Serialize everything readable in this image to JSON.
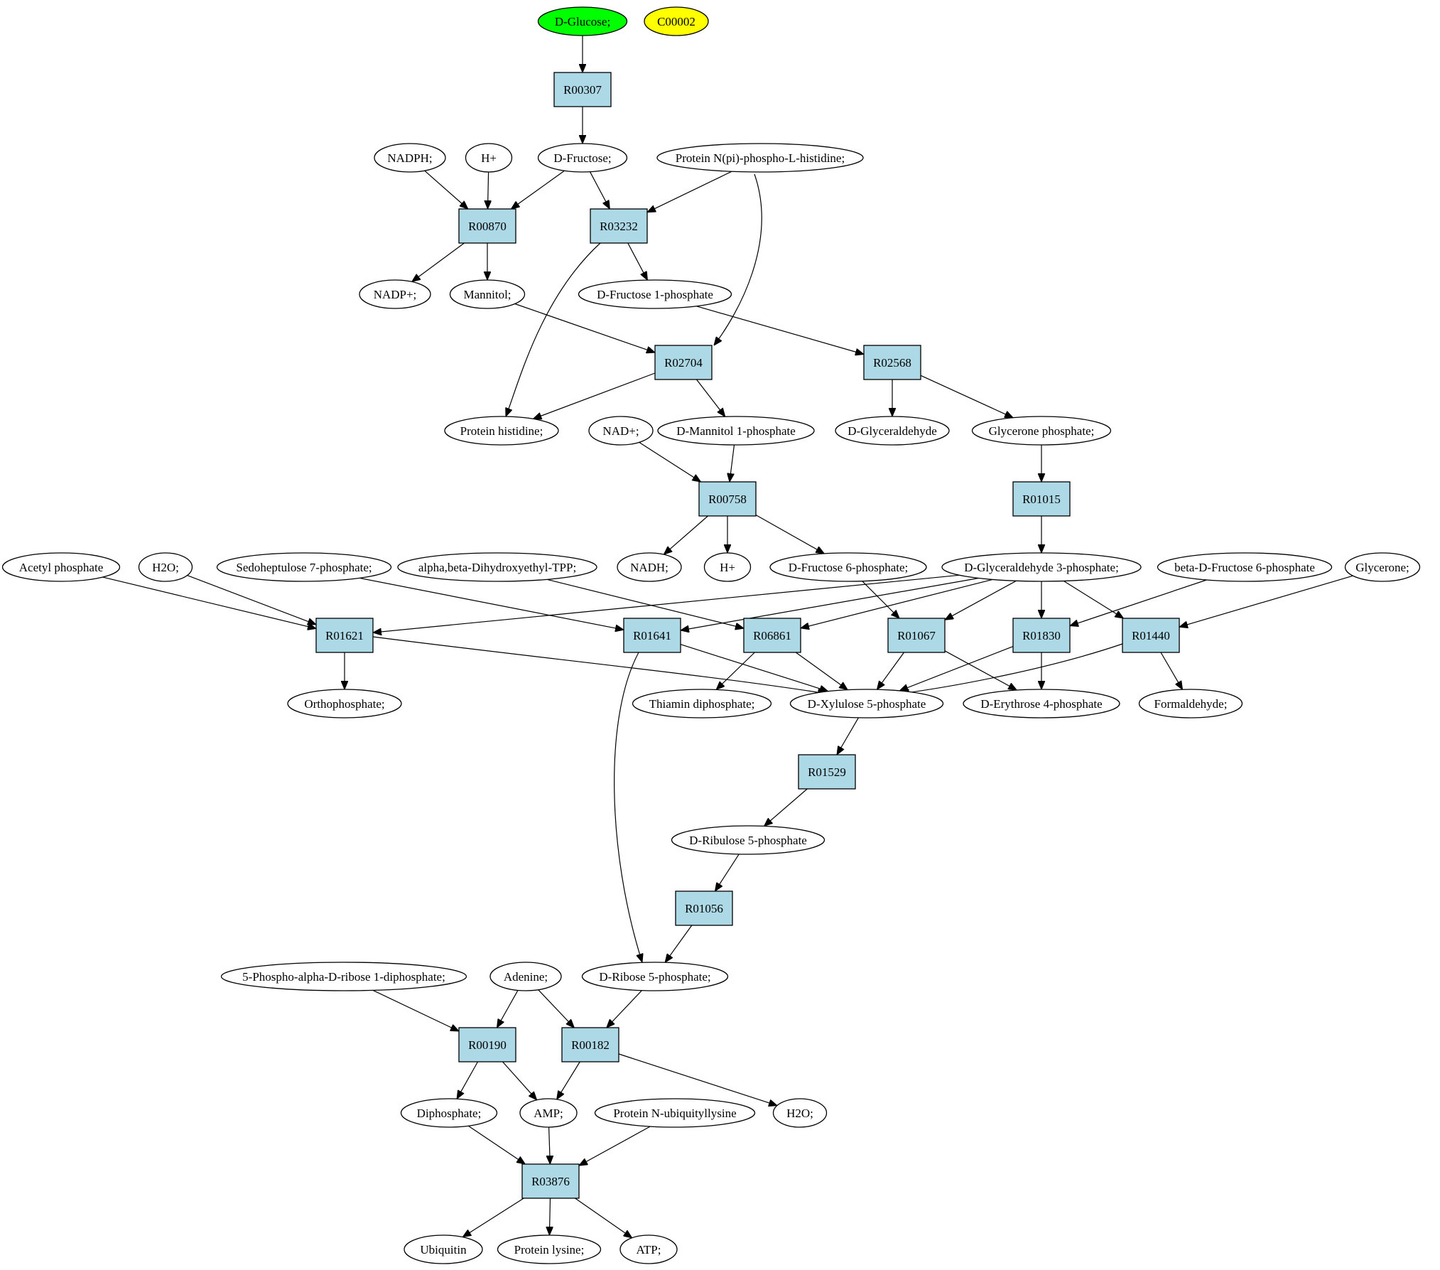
{
  "colors": {
    "background": "#ffffff",
    "reaction_fill": "#add8e6",
    "start_fill": "#00ff00",
    "target_fill": "#ffff00",
    "compound_fill": "#ffffff",
    "stroke": "#000000"
  },
  "nodes": [
    {
      "id": "glucose",
      "label": "D-Glucose;",
      "shape": "ellipse",
      "role": "start"
    },
    {
      "id": "c00002",
      "label": "C00002",
      "shape": "ellipse",
      "role": "target"
    },
    {
      "id": "r00307",
      "label": "R00307",
      "shape": "box",
      "role": "reaction"
    },
    {
      "id": "nadph",
      "label": "NADPH;",
      "shape": "ellipse",
      "role": "compound"
    },
    {
      "id": "hplus1",
      "label": "H+",
      "shape": "ellipse",
      "role": "compound"
    },
    {
      "id": "fructose",
      "label": "D-Fructose;",
      "shape": "ellipse",
      "role": "compound"
    },
    {
      "id": "protnpi",
      "label": "Protein N(pi)-phospho-L-histidine;",
      "shape": "ellipse",
      "role": "compound"
    },
    {
      "id": "r00870",
      "label": "R00870",
      "shape": "box",
      "role": "reaction"
    },
    {
      "id": "r03232",
      "label": "R03232",
      "shape": "box",
      "role": "reaction"
    },
    {
      "id": "nadpplus",
      "label": "NADP+;",
      "shape": "ellipse",
      "role": "compound"
    },
    {
      "id": "mannitol",
      "label": "Mannitol;",
      "shape": "ellipse",
      "role": "compound"
    },
    {
      "id": "fru1p",
      "label": "D-Fructose 1-phosphate",
      "shape": "ellipse",
      "role": "compound"
    },
    {
      "id": "r02704",
      "label": "R02704",
      "shape": "box",
      "role": "reaction"
    },
    {
      "id": "r02568",
      "label": "R02568",
      "shape": "box",
      "role": "reaction"
    },
    {
      "id": "prothis",
      "label": "Protein histidine;",
      "shape": "ellipse",
      "role": "compound"
    },
    {
      "id": "nadplus",
      "label": "NAD+;",
      "shape": "ellipse",
      "role": "compound"
    },
    {
      "id": "mannitol1p",
      "label": "D-Mannitol 1-phosphate",
      "shape": "ellipse",
      "role": "compound"
    },
    {
      "id": "glyceraldehyde",
      "label": "D-Glyceraldehyde",
      "shape": "ellipse",
      "role": "compound"
    },
    {
      "id": "glyceronep",
      "label": "Glycerone phosphate;",
      "shape": "ellipse",
      "role": "compound"
    },
    {
      "id": "r00758",
      "label": "R00758",
      "shape": "box",
      "role": "reaction"
    },
    {
      "id": "r01015",
      "label": "R01015",
      "shape": "box",
      "role": "reaction"
    },
    {
      "id": "acetylp",
      "label": "Acetyl phosphate",
      "shape": "ellipse",
      "role": "compound"
    },
    {
      "id": "h2o1",
      "label": "H2O;",
      "shape": "ellipse",
      "role": "compound"
    },
    {
      "id": "sedo7p",
      "label": "Sedoheptulose 7-phosphate;",
      "shape": "ellipse",
      "role": "compound"
    },
    {
      "id": "abtpp",
      "label": "alpha,beta-Dihydroxyethyl-TPP;",
      "shape": "ellipse",
      "role": "compound"
    },
    {
      "id": "nadh",
      "label": "NADH;",
      "shape": "ellipse",
      "role": "compound"
    },
    {
      "id": "hplus2",
      "label": "H+",
      "shape": "ellipse",
      "role": "compound"
    },
    {
      "id": "fru6p",
      "label": "D-Fructose 6-phosphate;",
      "shape": "ellipse",
      "role": "compound"
    },
    {
      "id": "ga3p",
      "label": "D-Glyceraldehyde 3-phosphate;",
      "shape": "ellipse",
      "role": "compound"
    },
    {
      "id": "bfru6p",
      "label": "beta-D-Fructose 6-phosphate",
      "shape": "ellipse",
      "role": "compound"
    },
    {
      "id": "glycerone",
      "label": "Glycerone;",
      "shape": "ellipse",
      "role": "compound"
    },
    {
      "id": "r01621",
      "label": "R01621",
      "shape": "box",
      "role": "reaction"
    },
    {
      "id": "r01641",
      "label": "R01641",
      "shape": "box",
      "role": "reaction"
    },
    {
      "id": "r06861",
      "label": "R06861",
      "shape": "box",
      "role": "reaction"
    },
    {
      "id": "r01067",
      "label": "R01067",
      "shape": "box",
      "role": "reaction"
    },
    {
      "id": "r01830",
      "label": "R01830",
      "shape": "box",
      "role": "reaction"
    },
    {
      "id": "r01440",
      "label": "R01440",
      "shape": "box",
      "role": "reaction"
    },
    {
      "id": "orthop",
      "label": "Orthophosphate;",
      "shape": "ellipse",
      "role": "compound"
    },
    {
      "id": "thiamin",
      "label": "Thiamin diphosphate;",
      "shape": "ellipse",
      "role": "compound"
    },
    {
      "id": "xylu5p",
      "label": "D-Xylulose 5-phosphate",
      "shape": "ellipse",
      "role": "compound"
    },
    {
      "id": "ery4p",
      "label": "D-Erythrose 4-phosphate",
      "shape": "ellipse",
      "role": "compound"
    },
    {
      "id": "formaldehyde",
      "label": "Formaldehyde;",
      "shape": "ellipse",
      "role": "compound"
    },
    {
      "id": "r01529",
      "label": "R01529",
      "shape": "box",
      "role": "reaction"
    },
    {
      "id": "ribu5p",
      "label": "D-Ribulose 5-phosphate",
      "shape": "ellipse",
      "role": "compound"
    },
    {
      "id": "r01056",
      "label": "R01056",
      "shape": "box",
      "role": "reaction"
    },
    {
      "id": "prpp",
      "label": "5-Phospho-alpha-D-ribose 1-diphosphate;",
      "shape": "ellipse",
      "role": "compound"
    },
    {
      "id": "adenine",
      "label": "Adenine;",
      "shape": "ellipse",
      "role": "compound"
    },
    {
      "id": "rib5p",
      "label": "D-Ribose 5-phosphate;",
      "shape": "ellipse",
      "role": "compound"
    },
    {
      "id": "r00190",
      "label": "R00190",
      "shape": "box",
      "role": "reaction"
    },
    {
      "id": "r00182",
      "label": "R00182",
      "shape": "box",
      "role": "reaction"
    },
    {
      "id": "diphosphate",
      "label": "Diphosphate;",
      "shape": "ellipse",
      "role": "compound"
    },
    {
      "id": "amp",
      "label": "AMP;",
      "shape": "ellipse",
      "role": "compound"
    },
    {
      "id": "protnub",
      "label": "Protein N-ubiquityllysine",
      "shape": "ellipse",
      "role": "compound"
    },
    {
      "id": "h2o2",
      "label": "H2O;",
      "shape": "ellipse",
      "role": "compound"
    },
    {
      "id": "r03876",
      "label": "R03876",
      "shape": "box",
      "role": "reaction"
    },
    {
      "id": "ubiquitin",
      "label": "Ubiquitin",
      "shape": "ellipse",
      "role": "compound"
    },
    {
      "id": "protlys",
      "label": "Protein lysine;",
      "shape": "ellipse",
      "role": "compound"
    },
    {
      "id": "atp",
      "label": "ATP;",
      "shape": "ellipse",
      "role": "compound"
    }
  ],
  "edges": [
    {
      "from": "glucose",
      "to": "r00307"
    },
    {
      "from": "r00307",
      "to": "fructose"
    },
    {
      "from": "nadph",
      "to": "r00870"
    },
    {
      "from": "hplus1",
      "to": "r00870"
    },
    {
      "from": "fructose",
      "to": "r00870"
    },
    {
      "from": "fructose",
      "to": "r03232"
    },
    {
      "from": "protnpi",
      "to": "r03232"
    },
    {
      "from": "protnpi",
      "to": "r02704"
    },
    {
      "from": "r00870",
      "to": "nadpplus"
    },
    {
      "from": "r00870",
      "to": "mannitol"
    },
    {
      "from": "r03232",
      "to": "fru1p"
    },
    {
      "from": "r03232",
      "to": "prothis"
    },
    {
      "from": "mannitol",
      "to": "r02704"
    },
    {
      "from": "fru1p",
      "to": "r02568"
    },
    {
      "from": "r02704",
      "to": "prothis"
    },
    {
      "from": "r02704",
      "to": "mannitol1p"
    },
    {
      "from": "r02568",
      "to": "glyceraldehyde"
    },
    {
      "from": "r02568",
      "to": "glyceronep"
    },
    {
      "from": "nadplus",
      "to": "r00758"
    },
    {
      "from": "mannitol1p",
      "to": "r00758"
    },
    {
      "from": "glyceronep",
      "to": "r01015"
    },
    {
      "from": "r00758",
      "to": "nadh"
    },
    {
      "from": "r00758",
      "to": "hplus2"
    },
    {
      "from": "r00758",
      "to": "fru6p"
    },
    {
      "from": "r01015",
      "to": "ga3p"
    },
    {
      "from": "acetylp",
      "to": "r01621"
    },
    {
      "from": "h2o1",
      "to": "r01621"
    },
    {
      "from": "ga3p",
      "to": "r01621"
    },
    {
      "from": "sedo7p",
      "to": "r01641"
    },
    {
      "from": "ga3p",
      "to": "r01641"
    },
    {
      "from": "abtpp",
      "to": "r06861"
    },
    {
      "from": "ga3p",
      "to": "r06861"
    },
    {
      "from": "fru6p",
      "to": "r01067"
    },
    {
      "from": "ga3p",
      "to": "r01067"
    },
    {
      "from": "ga3p",
      "to": "r01830"
    },
    {
      "from": "bfru6p",
      "to": "r01830"
    },
    {
      "from": "ga3p",
      "to": "r01440"
    },
    {
      "from": "glycerone",
      "to": "r01440"
    },
    {
      "from": "r01621",
      "to": "orthop"
    },
    {
      "from": "r01621",
      "to": "xylu5p"
    },
    {
      "from": "r01641",
      "to": "xylu5p"
    },
    {
      "from": "r01641",
      "to": "rib5p"
    },
    {
      "from": "r06861",
      "to": "thiamin"
    },
    {
      "from": "r06861",
      "to": "xylu5p"
    },
    {
      "from": "r01067",
      "to": "xylu5p"
    },
    {
      "from": "r01067",
      "to": "ery4p"
    },
    {
      "from": "r01830",
      "to": "xylu5p"
    },
    {
      "from": "r01830",
      "to": "ery4p"
    },
    {
      "from": "r01440",
      "to": "xylu5p"
    },
    {
      "from": "r01440",
      "to": "formaldehyde"
    },
    {
      "from": "xylu5p",
      "to": "r01529"
    },
    {
      "from": "r01529",
      "to": "ribu5p"
    },
    {
      "from": "ribu5p",
      "to": "r01056"
    },
    {
      "from": "r01056",
      "to": "rib5p"
    },
    {
      "from": "prpp",
      "to": "r00190"
    },
    {
      "from": "adenine",
      "to": "r00190"
    },
    {
      "from": "adenine",
      "to": "r00182"
    },
    {
      "from": "rib5p",
      "to": "r00182"
    },
    {
      "from": "r00190",
      "to": "diphosphate"
    },
    {
      "from": "r00190",
      "to": "amp"
    },
    {
      "from": "r00182",
      "to": "amp"
    },
    {
      "from": "r00182",
      "to": "h2o2"
    },
    {
      "from": "diphosphate",
      "to": "r03876"
    },
    {
      "from": "amp",
      "to": "r03876"
    },
    {
      "from": "protnub",
      "to": "r03876"
    },
    {
      "from": "r03876",
      "to": "ubiquitin"
    },
    {
      "from": "r03876",
      "to": "protlys"
    },
    {
      "from": "r03876",
      "to": "atp"
    }
  ]
}
